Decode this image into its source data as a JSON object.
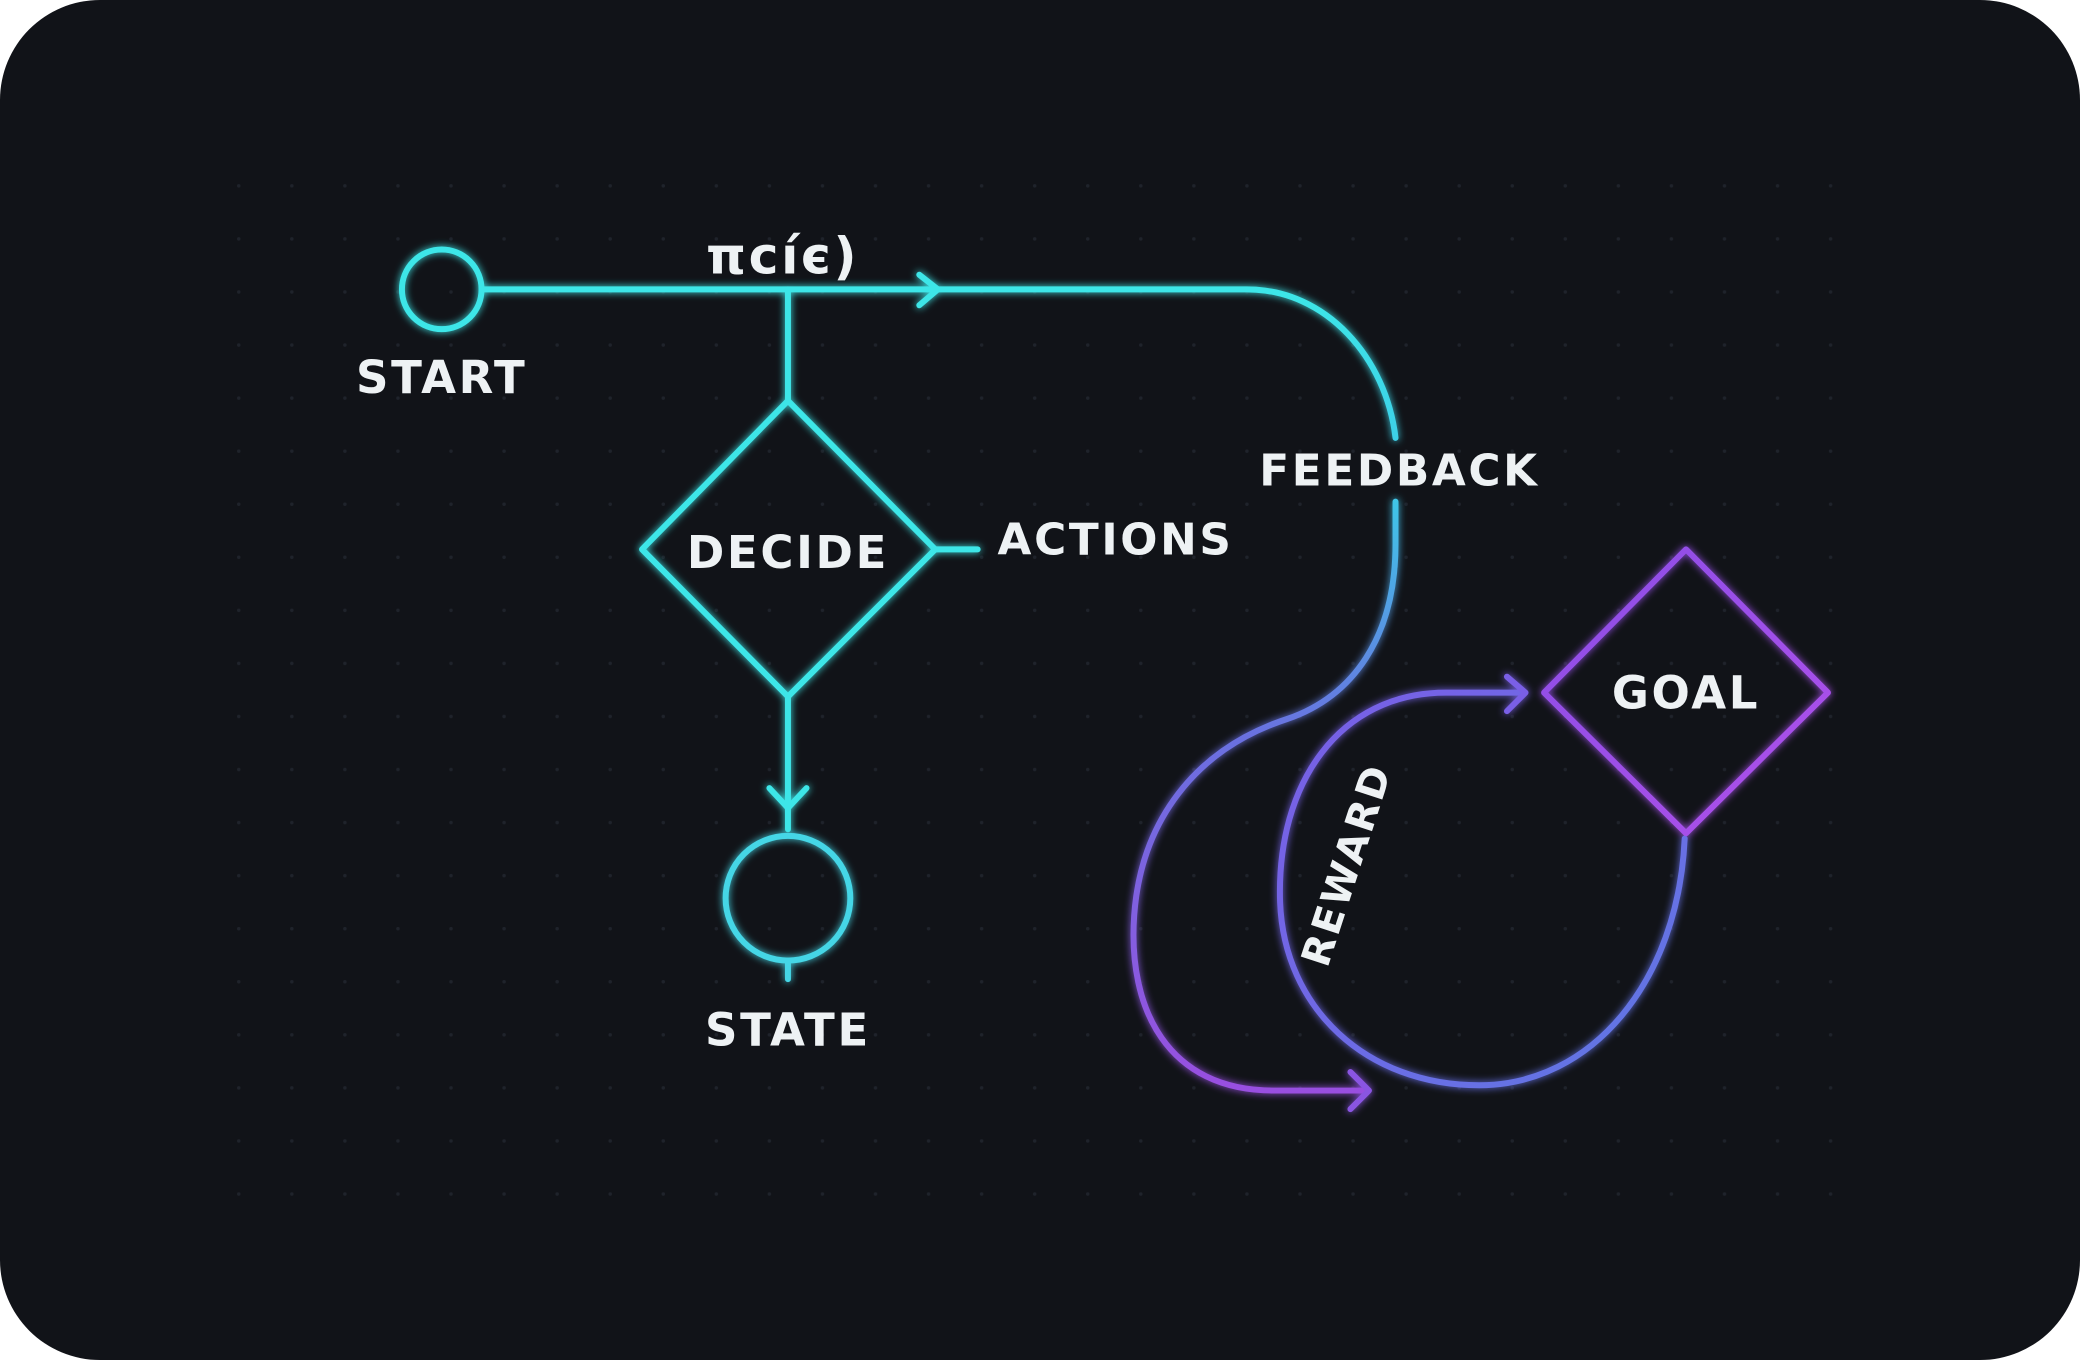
{
  "diagram": {
    "nodes": {
      "start": "START",
      "decide": "DECIDE",
      "state": "STATE",
      "goal": "GOAL"
    },
    "edge_labels": {
      "policy": "πcíє)",
      "actions": "ACTIONS",
      "feedback": "FEEDBACK",
      "reward": "REWARD"
    },
    "colors": {
      "background": "#111318",
      "cyan": "#3ee6e8",
      "blue": "#6a70e0",
      "purple": "#a24ee6",
      "text": "#eef2f4"
    }
  }
}
